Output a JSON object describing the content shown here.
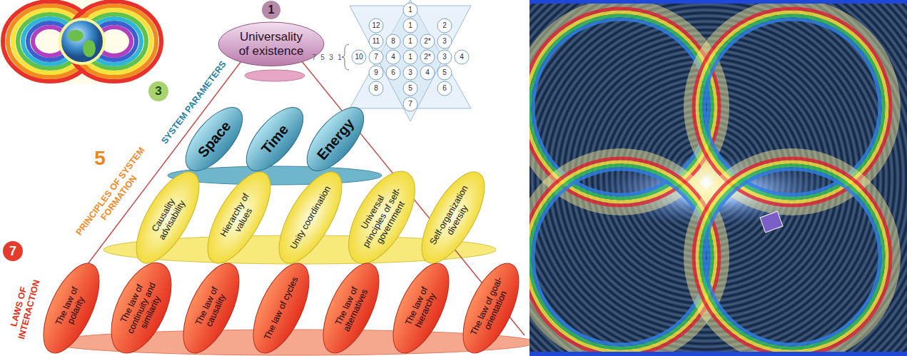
{
  "diagram": {
    "nodes": [
      {
        "text": [
          "Universality of existence"
        ]
      },
      {
        "text": [
          "Space"
        ]
      },
      {
        "text": [
          "Time"
        ]
      },
      {
        "text": [
          "Energy"
        ]
      },
      {
        "text": [
          "Causality advisability"
        ]
      },
      {
        "text": [
          "Hierarchy of values"
        ]
      },
      {
        "text": [
          "Unity coordination"
        ]
      },
      {
        "text": [
          "Universal principles of self-government"
        ]
      },
      {
        "text": [
          "Self-organization diversity"
        ]
      },
      {
        "text": [
          "The law of polarity"
        ]
      },
      {
        "text": [
          "The law of continuity and similarity"
        ]
      },
      {
        "text": [
          "The law of causality"
        ]
      },
      {
        "text": [
          "The law of cycles"
        ]
      },
      {
        "text": [
          "The law of alternatives"
        ]
      },
      {
        "text": [
          "The law of hierarchy"
        ]
      },
      {
        "text": [
          "The law of goal-orientation"
        ]
      }
    ],
    "labels": [
      "1",
      "1",
      "12",
      "1",
      "2",
      "11",
      "8",
      "1",
      "2*",
      "3",
      "10",
      "7",
      "4",
      "1",
      "2*",
      "3",
      "4",
      "9",
      "6",
      "3",
      "4",
      "5",
      "8",
      "5",
      "6",
      "7",
      "7",
      "5",
      "3",
      "1",
      "3",
      "SYSTEM PARAMETERS",
      "5",
      "PRINCIPLES OF SYSTEM FORMATION",
      "7",
      "LAWS OF INTERACTION"
    ]
  }
}
